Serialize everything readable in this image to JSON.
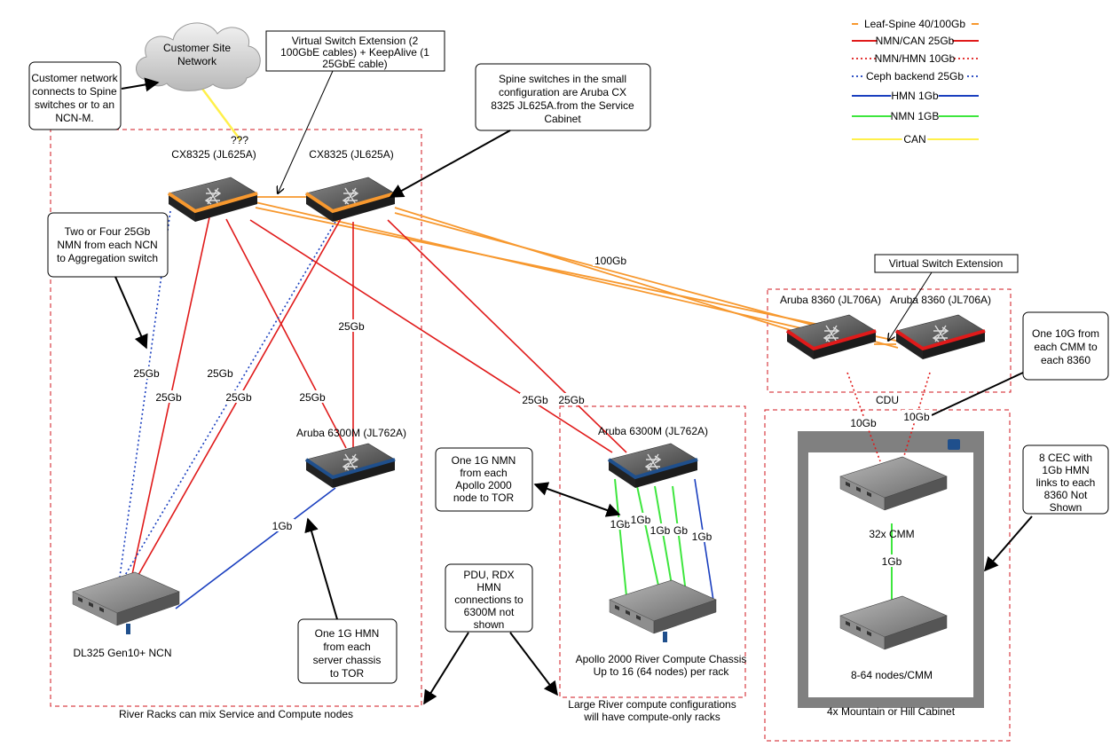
{
  "legend": {
    "items": [
      {
        "label": "Leaf-Spine 40/100Gb",
        "color": "#f7982e",
        "style": "solid"
      },
      {
        "label": "NMN/CAN 25Gb",
        "color": "#e01a1a",
        "style": "solid"
      },
      {
        "label": "NMN/HMN 10Gb",
        "color": "#e01a1a",
        "style": "dotted"
      },
      {
        "label": "Ceph backend 25Gb",
        "color": "#1a3fbf",
        "style": "dotted"
      },
      {
        "label": "HMN 1Gb",
        "color": "#1a3fbf",
        "style": "solid"
      },
      {
        "label": "NMN 1GB",
        "color": "#3ee63e",
        "style": "solid"
      },
      {
        "label": "CAN",
        "color": "#fff04a",
        "style": "solid"
      }
    ]
  },
  "cloud": {
    "line1": "Customer Site",
    "line2": "Network"
  },
  "callouts": {
    "customer_network": [
      "Customer network",
      "connects to Spine",
      "switches or to an",
      "NCN-M."
    ],
    "vsx_top": [
      "Virtual Switch Extension (2",
      "100GbE cables) + KeepAlive (1",
      "25GbE cable)"
    ],
    "spine_small": [
      "Spine switches in the small",
      "configuration are Aruba CX",
      "8325 JL625A.from the Service",
      "Cabinet"
    ],
    "nmn_25gb": [
      "Two or Four 25Gb",
      "NMN from each NCN",
      "to Aggregation switch"
    ],
    "vsx_cdu": [
      "Virtual Switch Extension"
    ],
    "cmm_10g": [
      "One 10G from",
      "each CMM to",
      "each 8360"
    ],
    "apollo_nmn": [
      "One 1G NMN",
      "from each",
      "Apollo 2000",
      "node to TOR"
    ],
    "pdu_rdx": [
      "PDU, RDX",
      "HMN",
      "connections to",
      "6300M not",
      "shown"
    ],
    "hmn_1g": [
      "One 1G HMN",
      "from each",
      "server chassis",
      "to TOR"
    ],
    "cec_8": [
      "8 CEC with",
      "1Gb HMN",
      "links to each",
      "8360 Not",
      "Shown"
    ]
  },
  "devices": {
    "spine_left": "CX8325 (JL625A)",
    "spine_right": "CX8325 (JL625A)",
    "unknown": "???",
    "aruba_6300_left": "Aruba 6300M (JL762A)",
    "aruba_6300_right": "Aruba 6300M (JL762A)",
    "aruba_8360_a": "Aruba 8360 (JL706A)",
    "aruba_8360_b": "Aruba 8360 (JL706A)",
    "dl325": "DL325 Gen10+ NCN",
    "apollo_line1": "Apollo 2000 River Compute Chassis",
    "apollo_line2": "Up to 16 (64 nodes) per rack",
    "cmm": "32x CMM",
    "nodes_cmm": "8-64 nodes/CMM"
  },
  "regions": {
    "river_racks": "River Racks can mix Service and Compute nodes",
    "large_river_line1": "Large River compute configurations",
    "large_river_line2": "will have compute-only racks",
    "cdu": "CDU",
    "mountain": "4x Mountain or Hill Cabinet"
  },
  "link_labels": {
    "l100gb": "100Gb",
    "l25gb_a": "25Gb",
    "l25gb_b": "25Gb",
    "l25gb_c": "25Gb",
    "l25gb_d": "25Gb",
    "l25gb_e": "25Gb",
    "l25gb_f": "25Gb",
    "l25gb_g": "25Gb",
    "l25gb_h": "25Gb",
    "l1gb_left": "1Gb",
    "l1gb_a": "1Gb",
    "l1gb_b": "1Gb",
    "l1gb_c": "1Gb",
    "l1gb_d": "Gb",
    "l1gb_e": "1Gb",
    "l10gb_a": "10Gb",
    "l10gb_b": "10Gb",
    "l1gb_cmm": "1Gb"
  }
}
